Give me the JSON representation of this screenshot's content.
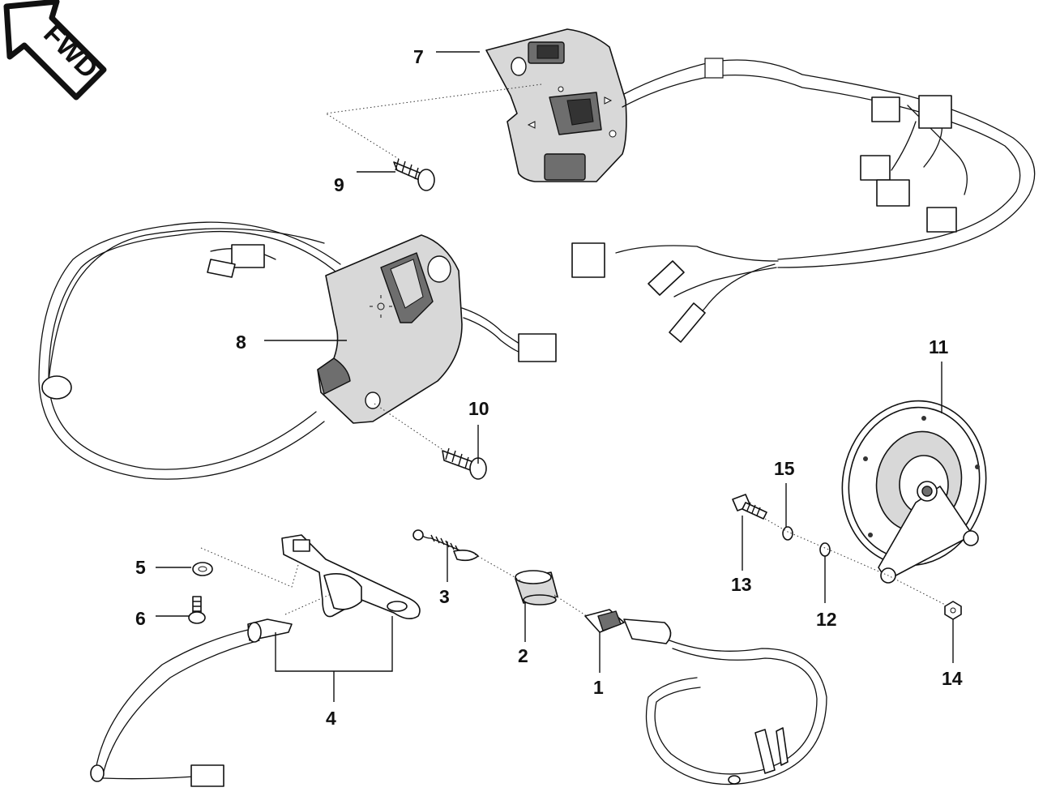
{
  "orientation": {
    "arrow_label": "FWD"
  },
  "callouts": [
    {
      "id": "1",
      "label": "1"
    },
    {
      "id": "2",
      "label": "2"
    },
    {
      "id": "3",
      "label": "3"
    },
    {
      "id": "4",
      "label": "4"
    },
    {
      "id": "5",
      "label": "5"
    },
    {
      "id": "6",
      "label": "6"
    },
    {
      "id": "7",
      "label": "7"
    },
    {
      "id": "8",
      "label": "8"
    },
    {
      "id": "9",
      "label": "9"
    },
    {
      "id": "10",
      "label": "10"
    },
    {
      "id": "11",
      "label": "11"
    },
    {
      "id": "12",
      "label": "12"
    },
    {
      "id": "13",
      "label": "13"
    },
    {
      "id": "14",
      "label": "14"
    },
    {
      "id": "15",
      "label": "15"
    }
  ],
  "colors": {
    "line": "#111111",
    "housing_gray": "#d8d8d8",
    "dark_gray": "#6e6e6e",
    "background": "#ffffff"
  }
}
